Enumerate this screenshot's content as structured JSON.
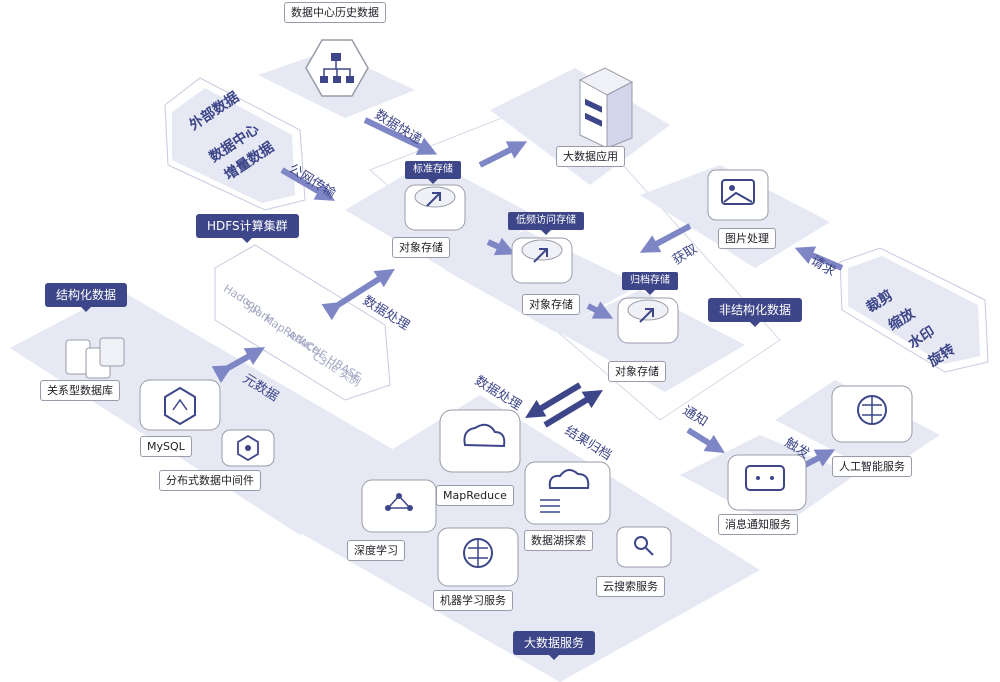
{
  "colors": {
    "navy": "#3d4689",
    "arrow": "#7f86c6",
    "platform": "#e6e8f4",
    "platform_dark": "#d3d6ea",
    "box_border": "#c7cadf"
  },
  "sources": {
    "history": "数据中心历史数据",
    "external": {
      "line1": "外部数据",
      "line2": "数据中心",
      "line3": "增量数据"
    }
  },
  "flows": {
    "express": "数据快递",
    "public_net": "公网传输",
    "data_proc_hdfs": "数据处理",
    "metadata": "元数据",
    "data_proc_bigdata": "数据处理",
    "result_archive": "结果归档",
    "notify": "通知",
    "fetch": "获取",
    "request": "请求",
    "trigger": "触发"
  },
  "hdfs": {
    "tag": "HDFS计算集群",
    "items": [
      "Hadoop",
      "Spark",
      "MapReduce",
      "APACHE HBASE",
      "C3ne 实例"
    ]
  },
  "structured": {
    "tag": "结构化数据",
    "rdb": "关系型数据库",
    "mysql": "MySQL",
    "middleware": "分布式数据中间件"
  },
  "storage": {
    "std_tag": "标准存储",
    "std_label": "对象存储",
    "low_tag": "低频访问存储",
    "low_label": "对象存储",
    "arch_tag": "归档存储",
    "arch_label": "对象存储"
  },
  "unstructured": {
    "tag": "非结构化数据"
  },
  "bigdata_app": "大数据应用",
  "image": {
    "label": "图片处理",
    "ops": [
      "裁剪",
      "缩放",
      "水印",
      "旋转"
    ]
  },
  "notify_service": "消息通知服务",
  "ai_service": "人工智能服务",
  "services": {
    "mapreduce": "MapReduce",
    "deep_learning": "深度学习",
    "data_lake": "数据湖探索",
    "ml": "机器学习服务",
    "search": "云搜索服务",
    "tag": "大数据服务"
  }
}
